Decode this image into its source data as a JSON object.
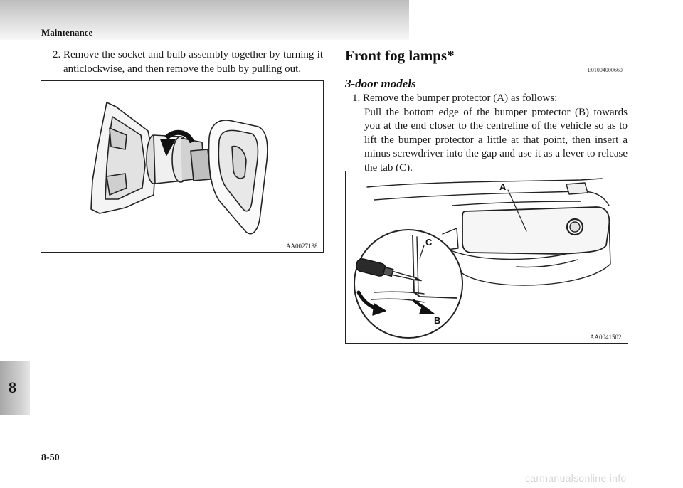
{
  "header": {
    "title": "Maintenance"
  },
  "chapter": {
    "number": "8"
  },
  "footer": {
    "page_number": "8-50",
    "watermark": "carmanualsonline.info"
  },
  "left_column": {
    "step_number": "2.",
    "step_text": "Remove the socket and bulb assembly together by turning it anticlockwise, and then remove the bulb by pulling out.",
    "figure": {
      "code": "AA0027188"
    }
  },
  "right_column": {
    "section_title": "Front fog lamps*",
    "section_code": "E01004000660",
    "subheading": "3-door models",
    "step_number": "1.",
    "step_label": "Remove the bumper protector (A) as follows:",
    "step_description": "Pull the bottom edge of the bumper protector (B) towards you at the end closer to the centreline of the vehicle so as to lift the bumper protector a little at that point, then insert a minus screwdriver into the gap and use it as a lever to release the tab (C).",
    "figure": {
      "code": "AA0041502",
      "callouts": {
        "a": "A",
        "b": "B",
        "c": "C"
      }
    }
  }
}
